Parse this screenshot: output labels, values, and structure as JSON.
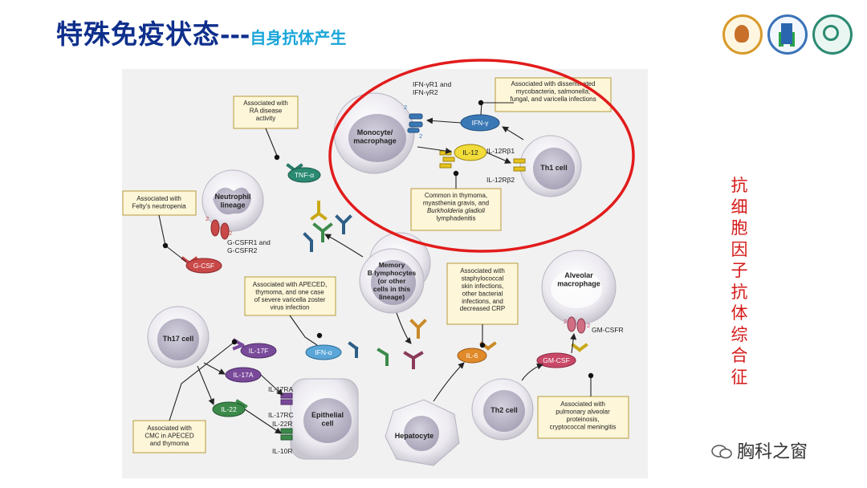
{
  "header": {
    "title_main": "特殊免疫状态",
    "title_dash": "---",
    "title_sub": "自身抗体产生"
  },
  "side_note": "抗细胞因子抗体综合征",
  "watermark": "胸科之窗",
  "diagram": {
    "cells": {
      "monocyte": "Monocyte/\nmacrophage",
      "th1": "Th1 cell",
      "neutrophil": "Neutrophil\nlineage",
      "memory_b": "Memory\nB lymphocytes\n(or other\ncells in this\nlineage)",
      "alveolar": "Alveolar\nmacrophage",
      "th17": "Th17 cell",
      "epithelial": "Epithelial\ncell",
      "hepatocyte": "Hepatocyte",
      "th2": "Th2 cell"
    },
    "cytokines": {
      "ifn_gamma": "IFN-γ",
      "il12": "IL-12",
      "tnf": "TNF-α",
      "gcsf": "G-CSF",
      "ifn_alpha": "IFN-α",
      "il17f": "IL-17F",
      "il17a": "IL-17A",
      "il22": "IL-22",
      "il6": "IL-6",
      "gmcsf": "GM-CSF"
    },
    "receptors": {
      "ifngr": "IFN-γR1 and\nIFN-γR2",
      "il12rb1": "IL-12Rβ1",
      "il12rb2": "IL-12Rβ2",
      "gcsfr": "G-CSFR1 and\nG-CSFR2",
      "il17ra": "IL-17RA",
      "il17rc": "IL-17RC",
      "il22r": "IL-22R",
      "il10r": "IL-10R",
      "gmcsfr": "GM-CSFR",
      "num_2": "2"
    },
    "notes": {
      "disseminated": "Associated with disseminated\nmycobacteria, salmonella,\nfungal, and varicella infections",
      "ra": "Associated with\nRA disease\nactivity",
      "felty": "Associated with\nFelty's neutropenia",
      "thymoma": "Common in thymoma,\nmyasthenia gravis, and\n*Burkholderia gladioli*\nlymphadenitis",
      "apeced": "Associated with APECED,\nthymoma, and one case\nof severe varicella zoster\nvirus infection",
      "staph": "Associated with\nstaphylococcal\nskin infections,\nother bacterial\ninfections, and\ndecreased CRP",
      "pap": "Associated with\npulmonary alveolar\nproteinosis,\ncryptococcal meningitis",
      "cmc": "Associated with\nCMC in APECED\nand thymoma"
    }
  },
  "colors": {
    "title_main": "#0f2f8c",
    "title_sub": "#19a5d8",
    "highlight_ring": "#e21b1b",
    "side_note": "#d41a1a",
    "panel_bg": "#f1f1f1",
    "note_bg": "#fdf6d8",
    "note_border": "#b89a3c"
  }
}
